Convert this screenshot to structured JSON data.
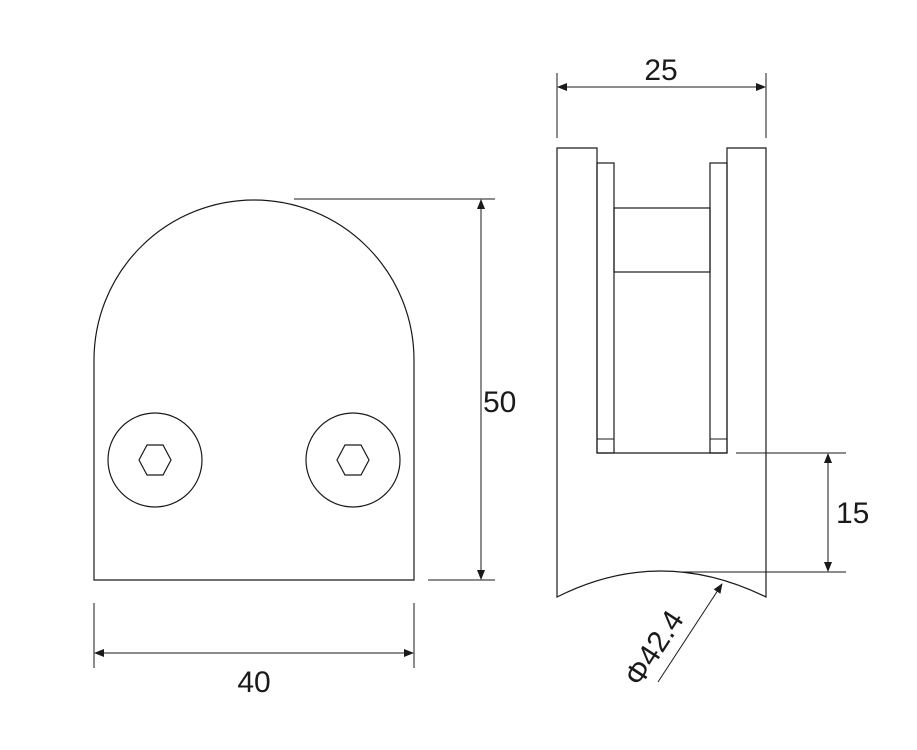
{
  "dimensions": {
    "width_label": "40",
    "height_label": "50",
    "depth_label": "25",
    "slot_height_label": "15",
    "tube_diameter_label": "Φ42.4"
  },
  "colors": {
    "line": "#1a1a1a",
    "background": "#ffffff"
  }
}
